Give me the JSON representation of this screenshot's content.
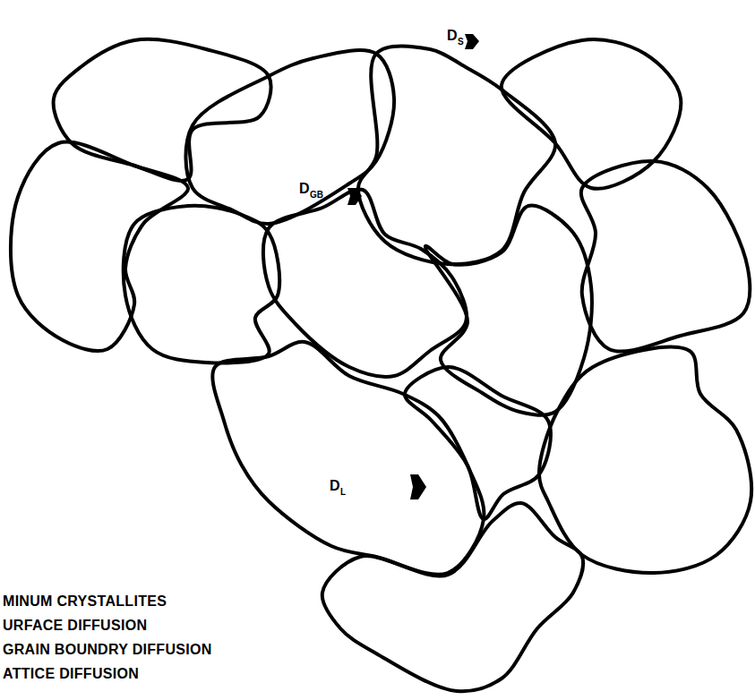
{
  "diagram": {
    "labels": [
      "D",
      "S",
      "D",
      "GB",
      "D",
      "L",
      "MINUM CRYSTALLITES",
      "URFACE DIFFUSION",
      "GRAIN BOUNDRY DIFFUSION",
      "ATTICE DIFFUSION"
    ]
  }
}
